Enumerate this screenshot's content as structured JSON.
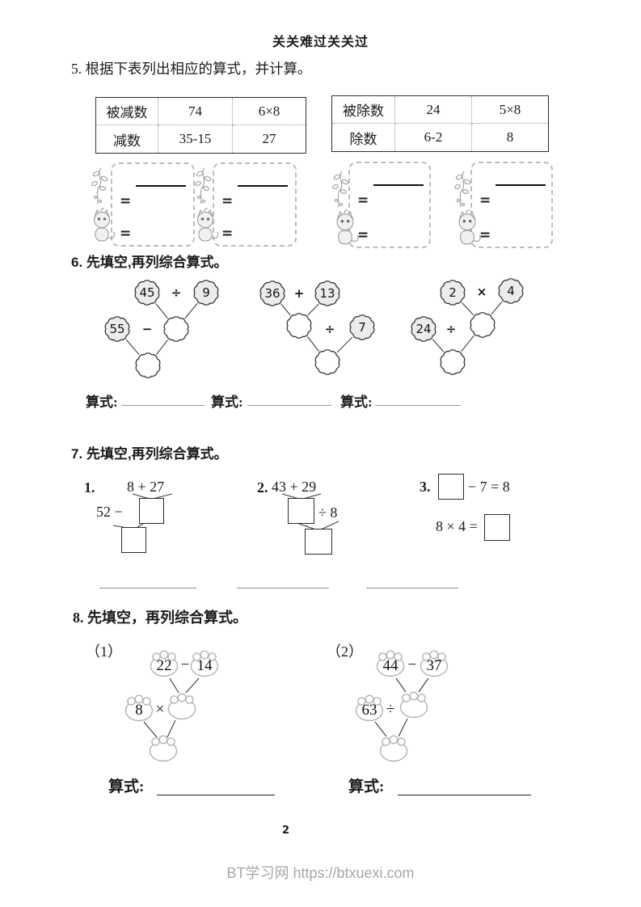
{
  "header": {
    "title": "关关难过关关过"
  },
  "q5": {
    "title": "5. 根据下表列出相应的算式，并计算。",
    "table_left": {
      "rows": [
        [
          "被减数",
          "74",
          "6×8"
        ],
        [
          "减数",
          "35-15",
          "27"
        ]
      ]
    },
    "table_right": {
      "rows": [
        [
          "被除数",
          "24",
          "5×8"
        ],
        [
          "除数",
          "6-2",
          "8"
        ]
      ]
    },
    "equals": "="
  },
  "q6": {
    "title": "6. 先填空,再列综合算式。",
    "label": "算式:",
    "d1": {
      "a": "45",
      "op1": "÷",
      "b": "9",
      "c": "55",
      "op2": "−"
    },
    "d2": {
      "a": "36",
      "op1": "+",
      "b": "13",
      "op2": "÷",
      "c": "7"
    },
    "d3": {
      "a": "2",
      "op1": "×",
      "b": "4",
      "c": "24",
      "op2": "÷"
    }
  },
  "q7": {
    "title": "7. 先填空,再列综合算式。",
    "i1": {
      "no": "1.",
      "top": "8 + 27",
      "left": "52 −"
    },
    "i2": {
      "no": "2.",
      "top": "43 + 29",
      "right": "÷ 8"
    },
    "i3": {
      "no": "3.",
      "eq1": "− 7 = 8",
      "eq2": "8 × 4 ="
    }
  },
  "q8": {
    "title": "8.  先填空，再列综合算式。",
    "label": "算式:",
    "d1": {
      "no": "（1）",
      "a": "22",
      "op1": "−",
      "b": "14",
      "c": "8",
      "op2": "×"
    },
    "d2": {
      "no": "（2）",
      "a": "44",
      "op1": "−",
      "b": "37",
      "c": "63",
      "op2": "÷"
    }
  },
  "footer": {
    "page": "2",
    "site": "BT学习网 https://btxuexi.com"
  }
}
